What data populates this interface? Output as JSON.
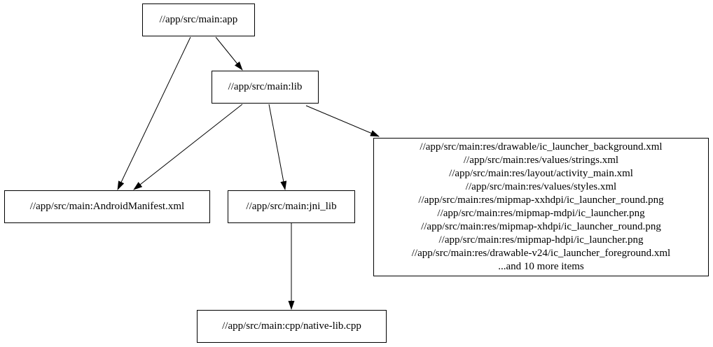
{
  "diagram": {
    "type": "dependency-graph",
    "background_color": "#ffffff",
    "node_border_color": "#000000",
    "node_fill_color": "#ffffff",
    "text_color": "#000000",
    "edge_color": "#000000"
  },
  "nodes": {
    "app": {
      "label": "//app/src/main:app"
    },
    "lib": {
      "label": "//app/src/main:lib"
    },
    "android_manifest": {
      "label": "//app/src/main:AndroidManifest.xml"
    },
    "jni_lib": {
      "label": "//app/src/main:jni_lib"
    },
    "resources": {
      "lines": [
        "//app/src/main:res/drawable/ic_launcher_background.xml",
        "//app/src/main:res/values/strings.xml",
        "//app/src/main:res/layout/activity_main.xml",
        "//app/src/main:res/values/styles.xml",
        "//app/src/main:res/mipmap-xxhdpi/ic_launcher_round.png",
        "//app/src/main:res/mipmap-mdpi/ic_launcher.png",
        "//app/src/main:res/mipmap-xhdpi/ic_launcher_round.png",
        "//app/src/main:res/mipmap-hdpi/ic_launcher.png",
        "//app/src/main:res/drawable-v24/ic_launcher_foreground.xml",
        "...and 10 more items"
      ]
    },
    "native_lib": {
      "label": "//app/src/main:cpp/native-lib.cpp"
    }
  },
  "edges": [
    {
      "from": "//app/src/main:app",
      "to": "//app/src/main:AndroidManifest.xml"
    },
    {
      "from": "//app/src/main:app",
      "to": "//app/src/main:lib"
    },
    {
      "from": "//app/src/main:lib",
      "to": "//app/src/main:AndroidManifest.xml"
    },
    {
      "from": "//app/src/main:lib",
      "to": "//app/src/main:jni_lib"
    },
    {
      "from": "//app/src/main:lib",
      "to": "resources-group"
    },
    {
      "from": "//app/src/main:jni_lib",
      "to": "//app/src/main:cpp/native-lib.cpp"
    }
  ]
}
